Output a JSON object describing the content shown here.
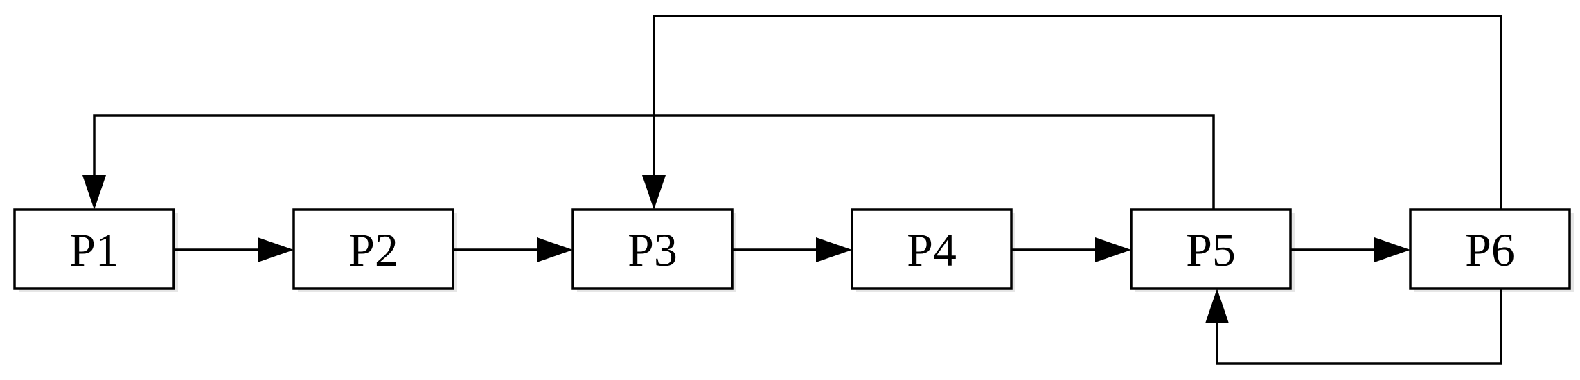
{
  "nodes": [
    {
      "id": "p1",
      "label": "P1"
    },
    {
      "id": "p2",
      "label": "P2"
    },
    {
      "id": "p3",
      "label": "P3"
    },
    {
      "id": "p4",
      "label": "P4"
    },
    {
      "id": "p5",
      "label": "P5"
    },
    {
      "id": "p6",
      "label": "P6"
    }
  ],
  "edges": [
    {
      "from": "P1",
      "to": "P2"
    },
    {
      "from": "P2",
      "to": "P3"
    },
    {
      "from": "P3",
      "to": "P4"
    },
    {
      "from": "P4",
      "to": "P5"
    },
    {
      "from": "P5",
      "to": "P6"
    },
    {
      "from": "P5",
      "to": "P1"
    },
    {
      "from": "P6",
      "to": "P3"
    },
    {
      "from": "P6",
      "to": "P5"
    }
  ],
  "colors": {
    "stroke": "#000000",
    "background": "#ffffff"
  }
}
